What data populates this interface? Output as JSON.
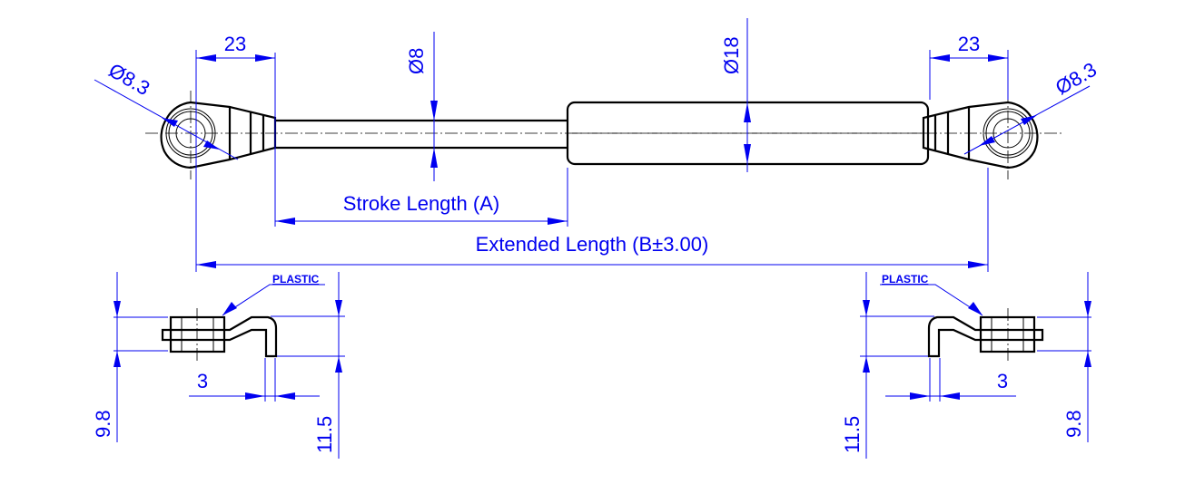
{
  "dimensions": {
    "left_eye_width": "23",
    "right_eye_width": "23",
    "left_eye_hole": "Ø8.3",
    "right_eye_hole": "Ø8.3",
    "rod_diameter": "Ø8",
    "cylinder_diameter": "Ø18",
    "stroke_length": "Stroke Length (A)",
    "extended_length": "Extended Length (B±3.00)"
  },
  "brackets": {
    "left": {
      "material": "PLASTIC",
      "thickness": "3",
      "height_a": "9.8",
      "height_b": "11.5"
    },
    "right": {
      "material": "PLASTIC",
      "thickness": "3",
      "height_a": "9.8",
      "height_b": "11.5"
    }
  },
  "colors": {
    "dimension": "#0000f0",
    "outline": "#000000"
  }
}
